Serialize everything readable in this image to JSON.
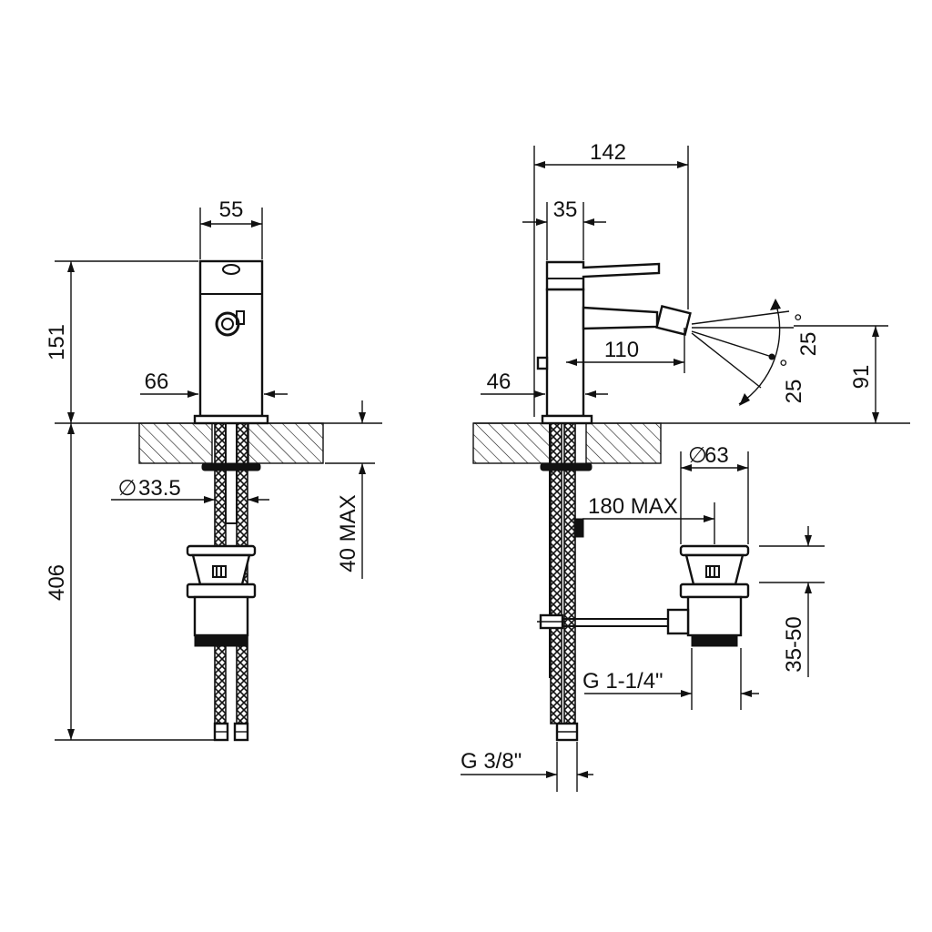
{
  "front_view": {
    "dim_body_width": "55",
    "dim_height_above_deck": "151",
    "dim_spout_projection": "66",
    "dim_shank_diameter": "33.5",
    "dim_max_deck_thickness": "40 MAX",
    "dim_height_below_deck": "406"
  },
  "side_view": {
    "dim_total_depth": "142",
    "dim_body_diameter": "35",
    "dim_spout_reach": "110",
    "dim_lever_offset": "46",
    "dim_angle_up": "25",
    "dim_angle_down": "25",
    "dim_outlet_height": "91",
    "dim_waste_diameter": "63",
    "dim_pop_up_distance": "180 MAX",
    "dim_waste_adjust": "35-50",
    "dim_waste_thread": "G 1-1/4\"",
    "dim_supply_thread": "G 3/8\""
  },
  "symbols": {
    "diameter": "∅",
    "degree": "°"
  }
}
